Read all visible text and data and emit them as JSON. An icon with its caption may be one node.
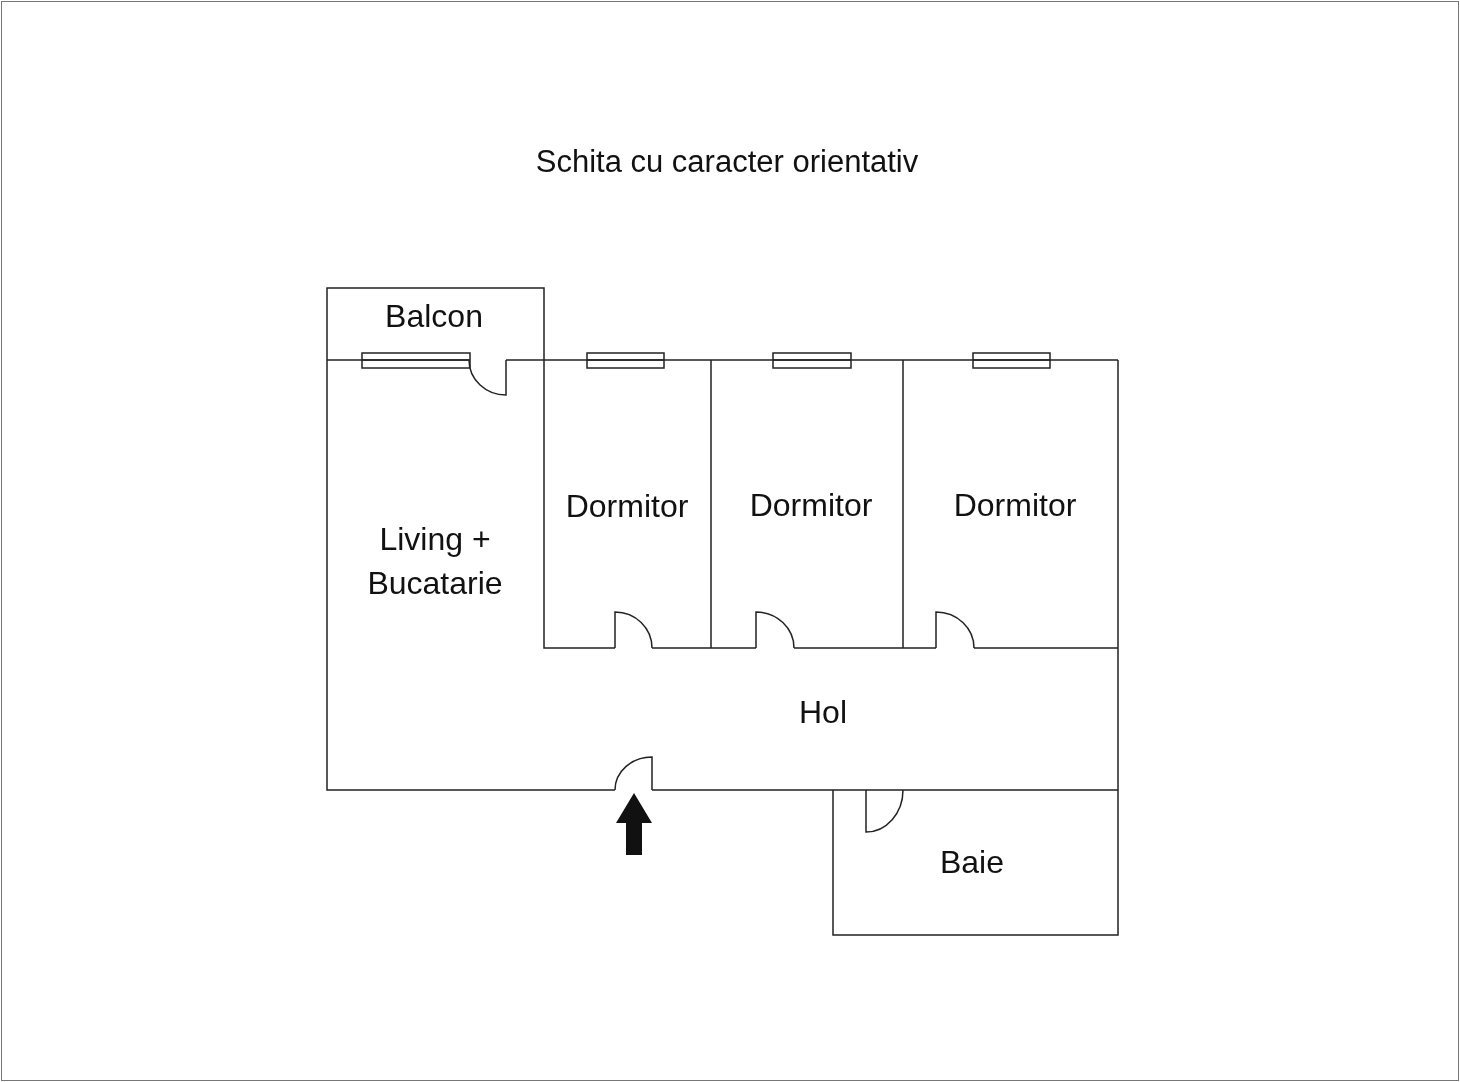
{
  "diagram": {
    "title": "Schita cu caracter orientativ",
    "nodes": [
      {
        "text": [
          "Balcon"
        ]
      },
      {
        "text": [
          "Living + Bucatarie"
        ]
      },
      {
        "text": [
          "Dormitor"
        ]
      },
      {
        "text": [
          "Dormitor"
        ]
      },
      {
        "text": [
          "Dormitor"
        ]
      },
      {
        "text": [
          "Hol"
        ]
      },
      {
        "text": [
          "Baie"
        ]
      }
    ]
  }
}
